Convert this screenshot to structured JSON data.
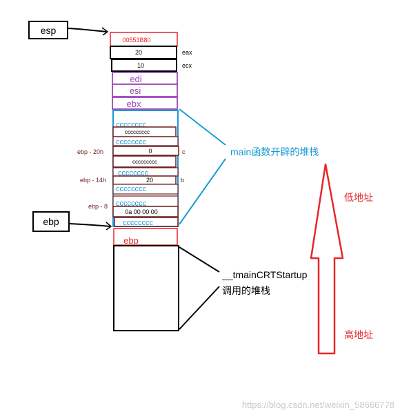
{
  "labels": {
    "esp": "esp",
    "ebp": "ebp",
    "main_stack": "main函数开辟的堆栈",
    "low_addr": "低地址",
    "high_addr": "高地址",
    "tmain_line1": "__tmainCRTStartup",
    "tmain_line2": "调用的堆栈",
    "watermark": "https://blog.csdn.net/weixin_58666778"
  },
  "stack": {
    "top_value": "00553B80",
    "eax_value": "20",
    "eax_label": "eax",
    "ecx_value": "10",
    "ecx_label": "ecx",
    "edi": "edi",
    "esi": "esi",
    "ebx": "ebx",
    "cc": "cccccccc",
    "cc9": "ccccccccc",
    "c_value": "0",
    "c_label": "c",
    "c_offset": "ebp - 20h",
    "b_value": "20",
    "b_label": "b",
    "b_offset": "ebp - 14h",
    "a_value": "0a 00 00 00",
    "a_offset": "ebp - 8",
    "ebp_saved": "ebp"
  },
  "colors": {
    "black": "#000000",
    "red": "#e8262a",
    "blue": "#1a9ad6",
    "purple": "#9b48b8",
    "maroon": "#6b1d1d"
  }
}
